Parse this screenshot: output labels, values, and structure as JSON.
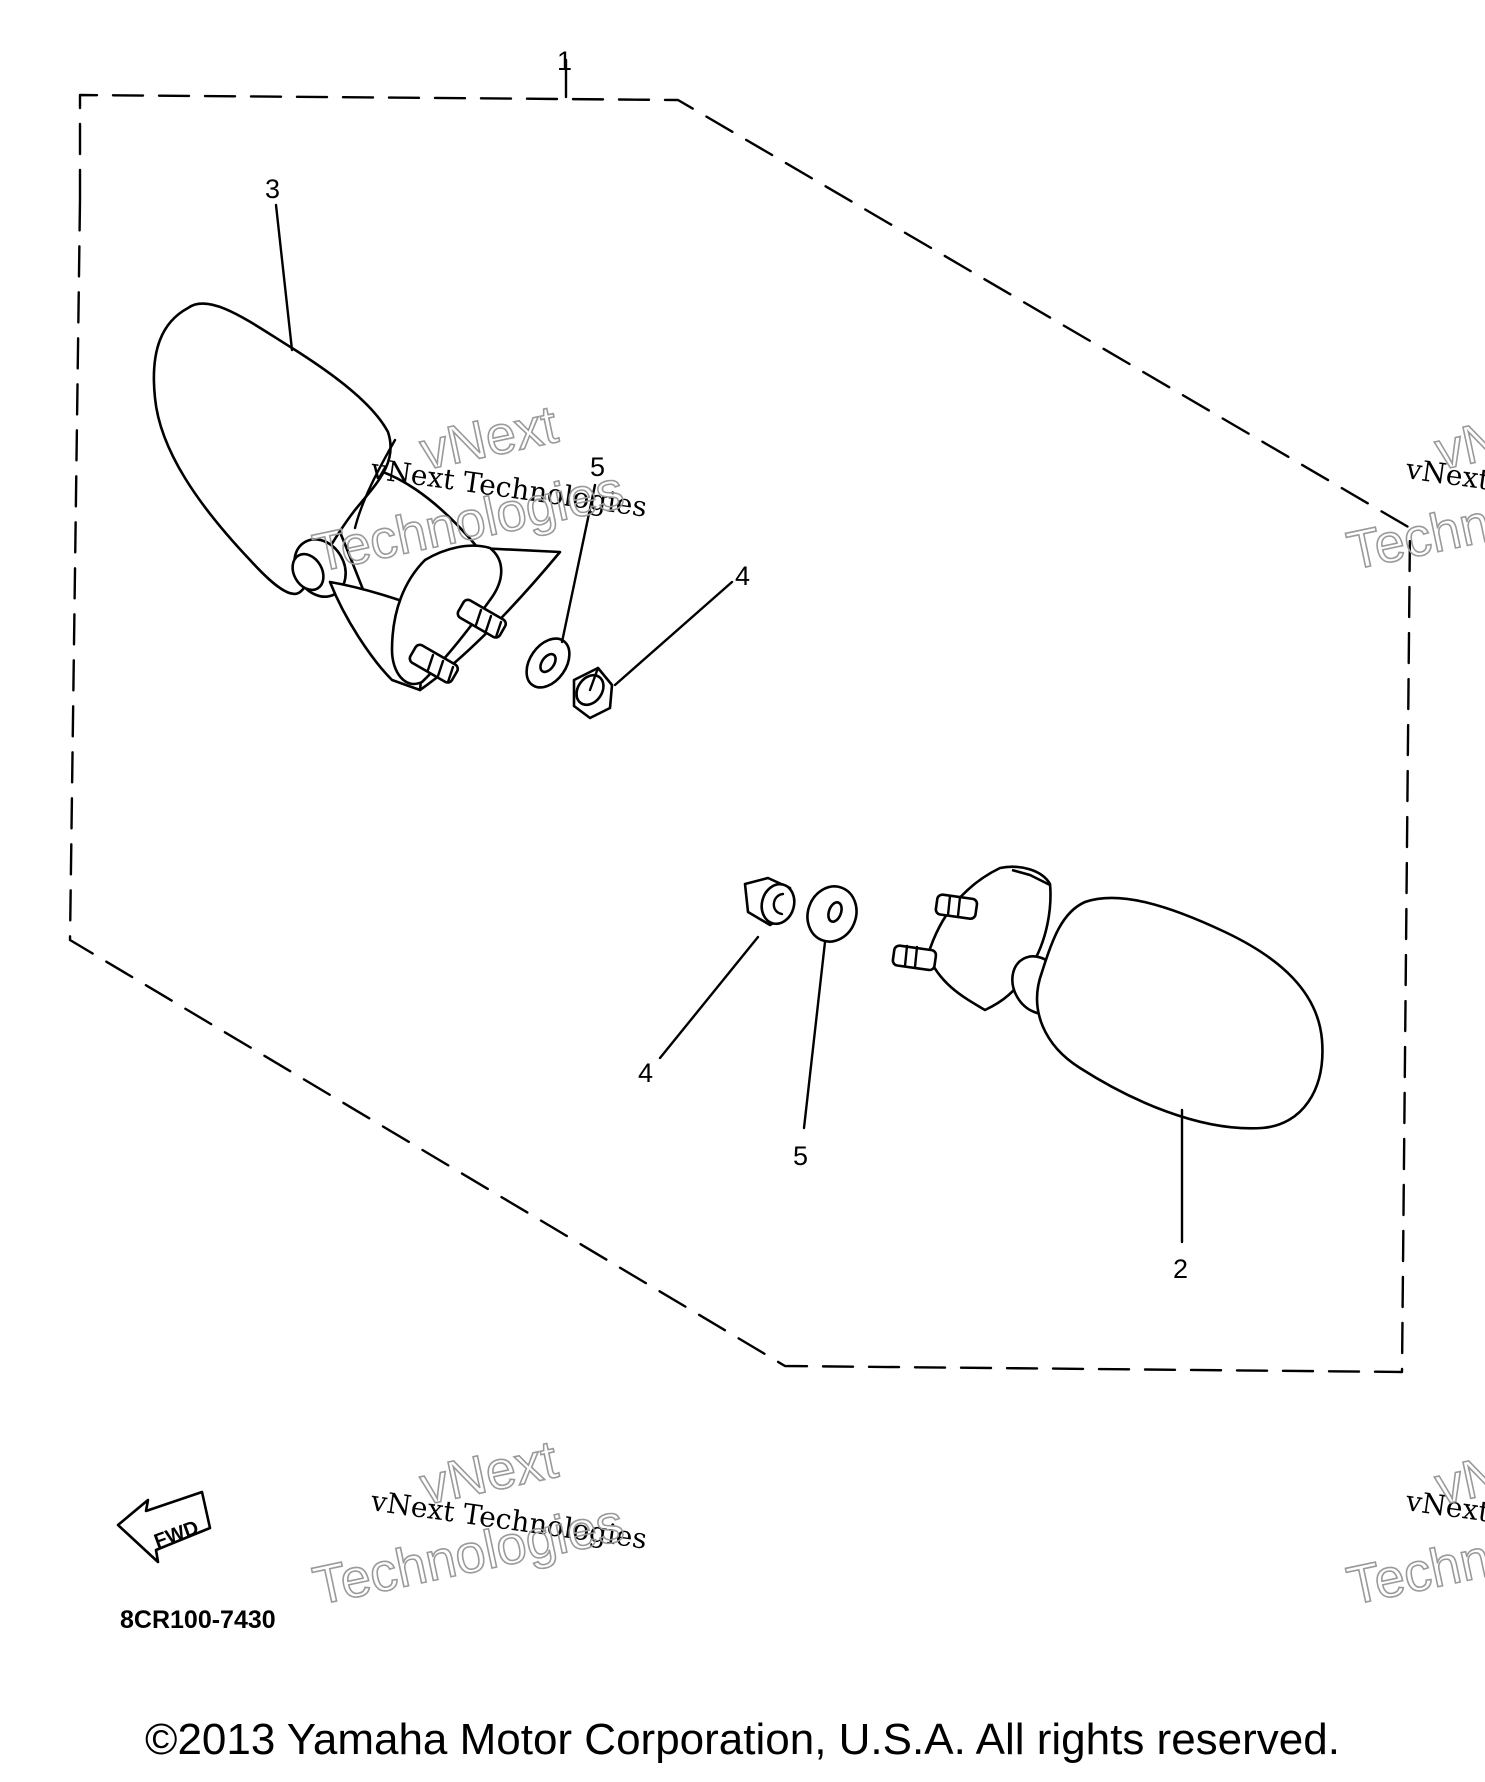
{
  "callouts": {
    "item_1": "1",
    "item_2": "2",
    "item_3": "3",
    "item_4_left": "4",
    "item_4_right": "4",
    "item_5_left": "5",
    "item_5_right": "5"
  },
  "fwd_label": "FWD",
  "part_code": "8CR100-7430",
  "watermark": {
    "mono": "vNext Technologies",
    "outline_line1": "vNext",
    "outline_line2": "Technologies"
  },
  "copyright": "©2013 Yamaha Motor Corporation, U.S.A. All rights reserved.",
  "colors": {
    "ink": "#000000",
    "background": "#ffffff",
    "watermark_outline": "#9a9a9a"
  }
}
